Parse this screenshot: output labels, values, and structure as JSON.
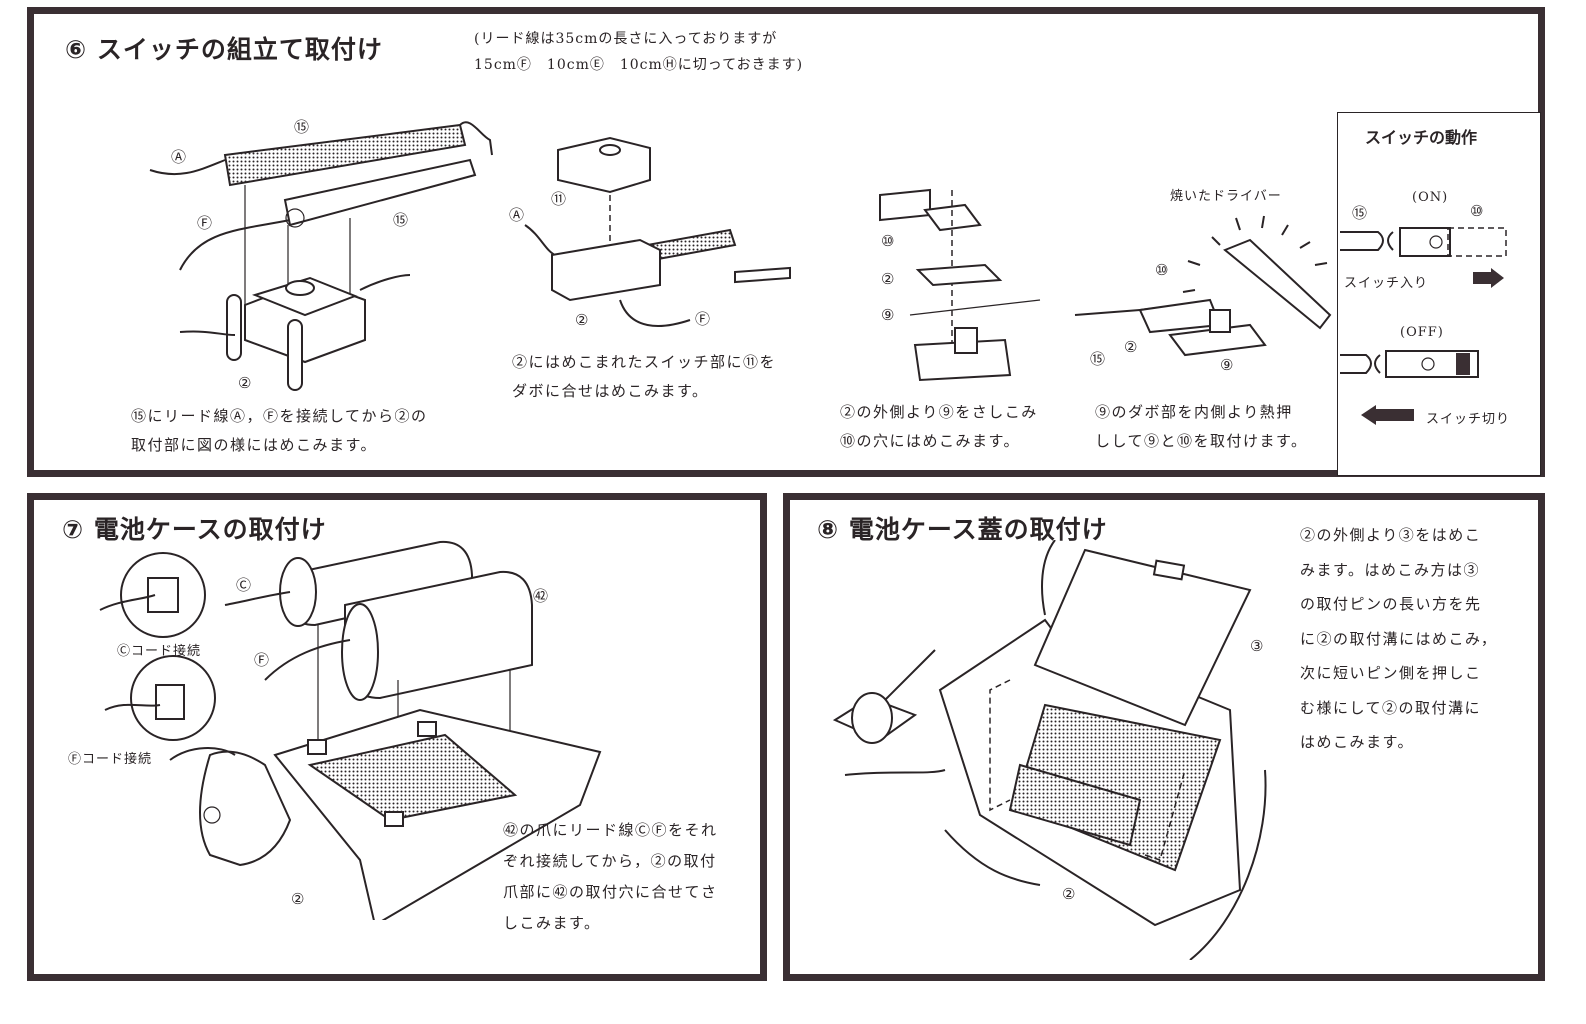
{
  "step6": {
    "title": "⑥ スイッチの組立て取付け",
    "note_line1": "(リード線は35cmの長さに入っておりますが",
    "note_line2": "15cmⒻ　10cmⒺ　10cmⒽに切っておきます)",
    "labels": {
      "p15_top": "⑮",
      "a_left": "Ⓐ",
      "f_left": "Ⓕ",
      "p15_mid": "⑮",
      "p2_left": "②",
      "p11": "⑪",
      "a_mid": "Ⓐ",
      "p2_mid": "②",
      "f_mid": "Ⓕ",
      "p10": "⑩",
      "p2_stack": "②",
      "p9_stack": "⑨",
      "driver": "焼いたドライバー",
      "p10_right": "⑩",
      "p15_right": "⑮",
      "p2_right": "②",
      "p9_right": "⑨"
    },
    "caption1": [
      "⑮にリード線Ⓐ，Ⓕを接続してから②の",
      "取付部に図の様にはめこみます。"
    ],
    "caption2": [
      "②にはめこまれたスイッチ部に⑪を",
      "ダボに合せはめこみます。"
    ],
    "caption3": [
      "②の外側より⑨をさしこみ",
      "⑩の穴にはめこみます。"
    ],
    "caption4": [
      "⑨のダボ部を内側より熱押",
      "しして⑨と⑩を取付けます。"
    ]
  },
  "switch_box": {
    "title": "スイッチの動作",
    "on_label": "(ON)",
    "on_left": "⑮",
    "on_right": "⑩",
    "on_text": "スイッチ入り",
    "off_label": "(OFF)",
    "off_text": "スイッチ切り"
  },
  "step7": {
    "title": "⑦ 電池ケースの取付け",
    "labels": {
      "c": "Ⓒ",
      "p42": "㊷",
      "f": "Ⓕ",
      "p2": "②"
    },
    "c_conn": "Ⓒコード接続",
    "f_conn": "Ⓕコード接続",
    "caption": [
      "㊷の爪にリード線ⒸⒻをそれ",
      "ぞれ接続してから，②の取付",
      "爪部に㊷の取付穴に合せてさ",
      "しこみます。"
    ]
  },
  "step8": {
    "title": "⑧ 電池ケース蓋の取付け",
    "labels": {
      "p3": "③",
      "p2": "②"
    },
    "caption": [
      "②の外側より③をはめこ",
      "みます。はめこみ方は③",
      "の取付ピンの長い方を先",
      "に②の取付溝にはめこみ，",
      "次に短いピン側を押しこ",
      "む様にして②の取付溝に",
      "はめこみます。"
    ]
  }
}
